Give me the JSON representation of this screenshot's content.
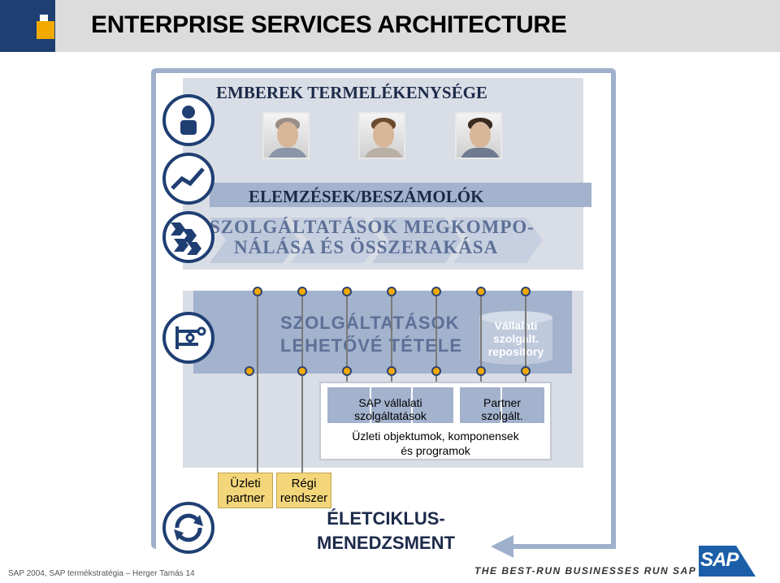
{
  "header": {
    "title": "ENTERPRISE SERVICES ARCHITECTURE"
  },
  "layers": {
    "people": "EMBEREK TERMELÉKENYSÉGE",
    "analysis": "ELEMZÉSEK/BESZÁMOLÓK",
    "compose_line1": "SZOLGÁLTATÁSOK MEGKOMPO-",
    "compose_line2": "NÁLÁSA ÉS ÖSSZERAKÁSA",
    "enable_line1": "SZOLGÁLTATÁSOK",
    "enable_line2": "LEHETŐVÉ TÉTELE",
    "repository": "Vállalati\nszolgált.\nrepository",
    "sap_services": "SAP vállalati\nszolgáltatások",
    "partner_services": "Partner\nszolgált.",
    "business_objects": "Üzleti objektumok, komponensek\nés programok",
    "business_partner": "Üzleti\npartner",
    "legacy_system": "Régi\nrendszer",
    "lifecycle": "ÉLETCIKLUS-\nMENEDZSMENT"
  },
  "icons": [
    "person-icon",
    "chart-icon",
    "arrows-icon",
    "network-icon",
    "cycle-icon"
  ],
  "colors": {
    "accent": "#f2a900",
    "navy": "#1f3f73",
    "band": "#a3b2cd",
    "panel": "#d9dde5",
    "tag": "#f3d67a"
  },
  "footer": {
    "copyright": "SAP 2004, SAP termékstratégia – Herger Tamás 14",
    "tagline": "THE BEST-RUN BUSINESSES RUN SAP",
    "logo": "SAP"
  }
}
